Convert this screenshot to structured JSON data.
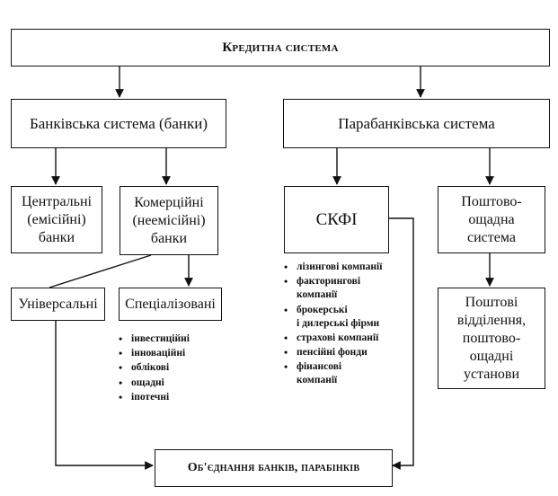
{
  "root": "Кредитна система",
  "banking_system": "Банківська система (банки)",
  "parabanking_system": "Парабанківська система",
  "central_banks": "Центральні\n(емісійні)\nбанки",
  "commercial_banks": "Комерційні\n(неемісійні)\nбанки",
  "skfi": "СКФІ",
  "postal_savings": "Поштово-\nощадна\nсистема",
  "universal": "Універсальні",
  "specialized": "Спеціалізовані",
  "postal_offices": "Поштові\nвідділення,\nпоштово-\nощадні\nустанови",
  "specialized_types": [
    "інвестиційні",
    "інноваційні",
    "облікові",
    "ощадні",
    "іпотечні"
  ],
  "skfi_types": [
    "лізингові компанії",
    "факторингові\nкомпанії",
    "брокерські\nі дилерські фірми",
    "страхові компанії",
    "пенсійні фонди",
    "фінансові\nкомпанії"
  ],
  "union": "Об'єднання банків, парабінків"
}
